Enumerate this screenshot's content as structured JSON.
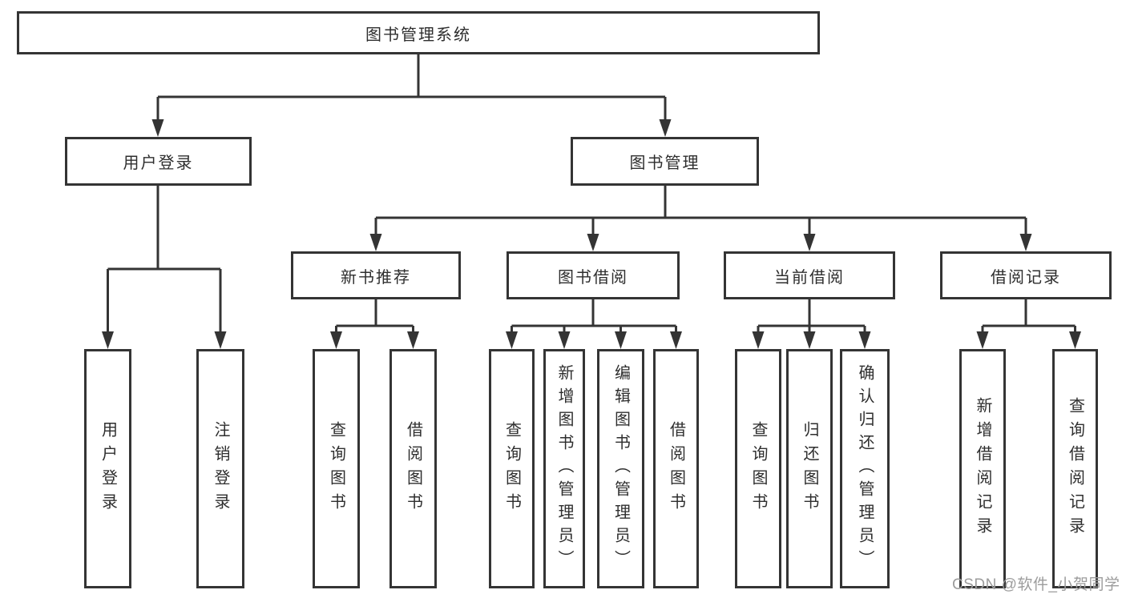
{
  "diagram": {
    "root": "图书管理系统",
    "level2": [
      {
        "label": "用户登录",
        "children": [
          "用户登录",
          "注销登录"
        ]
      },
      {
        "label": "图书管理",
        "children": [
          {
            "label": "新书推荐",
            "children": [
              "查询图书",
              "借阅图书"
            ]
          },
          {
            "label": "图书借阅",
            "children": [
              "查询图书",
              "新增图书（管理员）",
              "编辑图书（管理员）",
              "借阅图书"
            ]
          },
          {
            "label": "当前借阅",
            "children": [
              "查询图书",
              "归还图书",
              "确认归还（管理员）"
            ]
          },
          {
            "label": "借阅记录",
            "children": [
              "新增借阅记录",
              "查询借阅记录"
            ]
          }
        ]
      }
    ]
  },
  "watermark": "CSDN @软件_小贺同学",
  "colors": {
    "line": "#343434",
    "box_border": "#343434",
    "box_background": "#ffffff",
    "text": "#2e2e2e",
    "watermark": "#9c9c9c",
    "page_background": "#ffffff"
  }
}
